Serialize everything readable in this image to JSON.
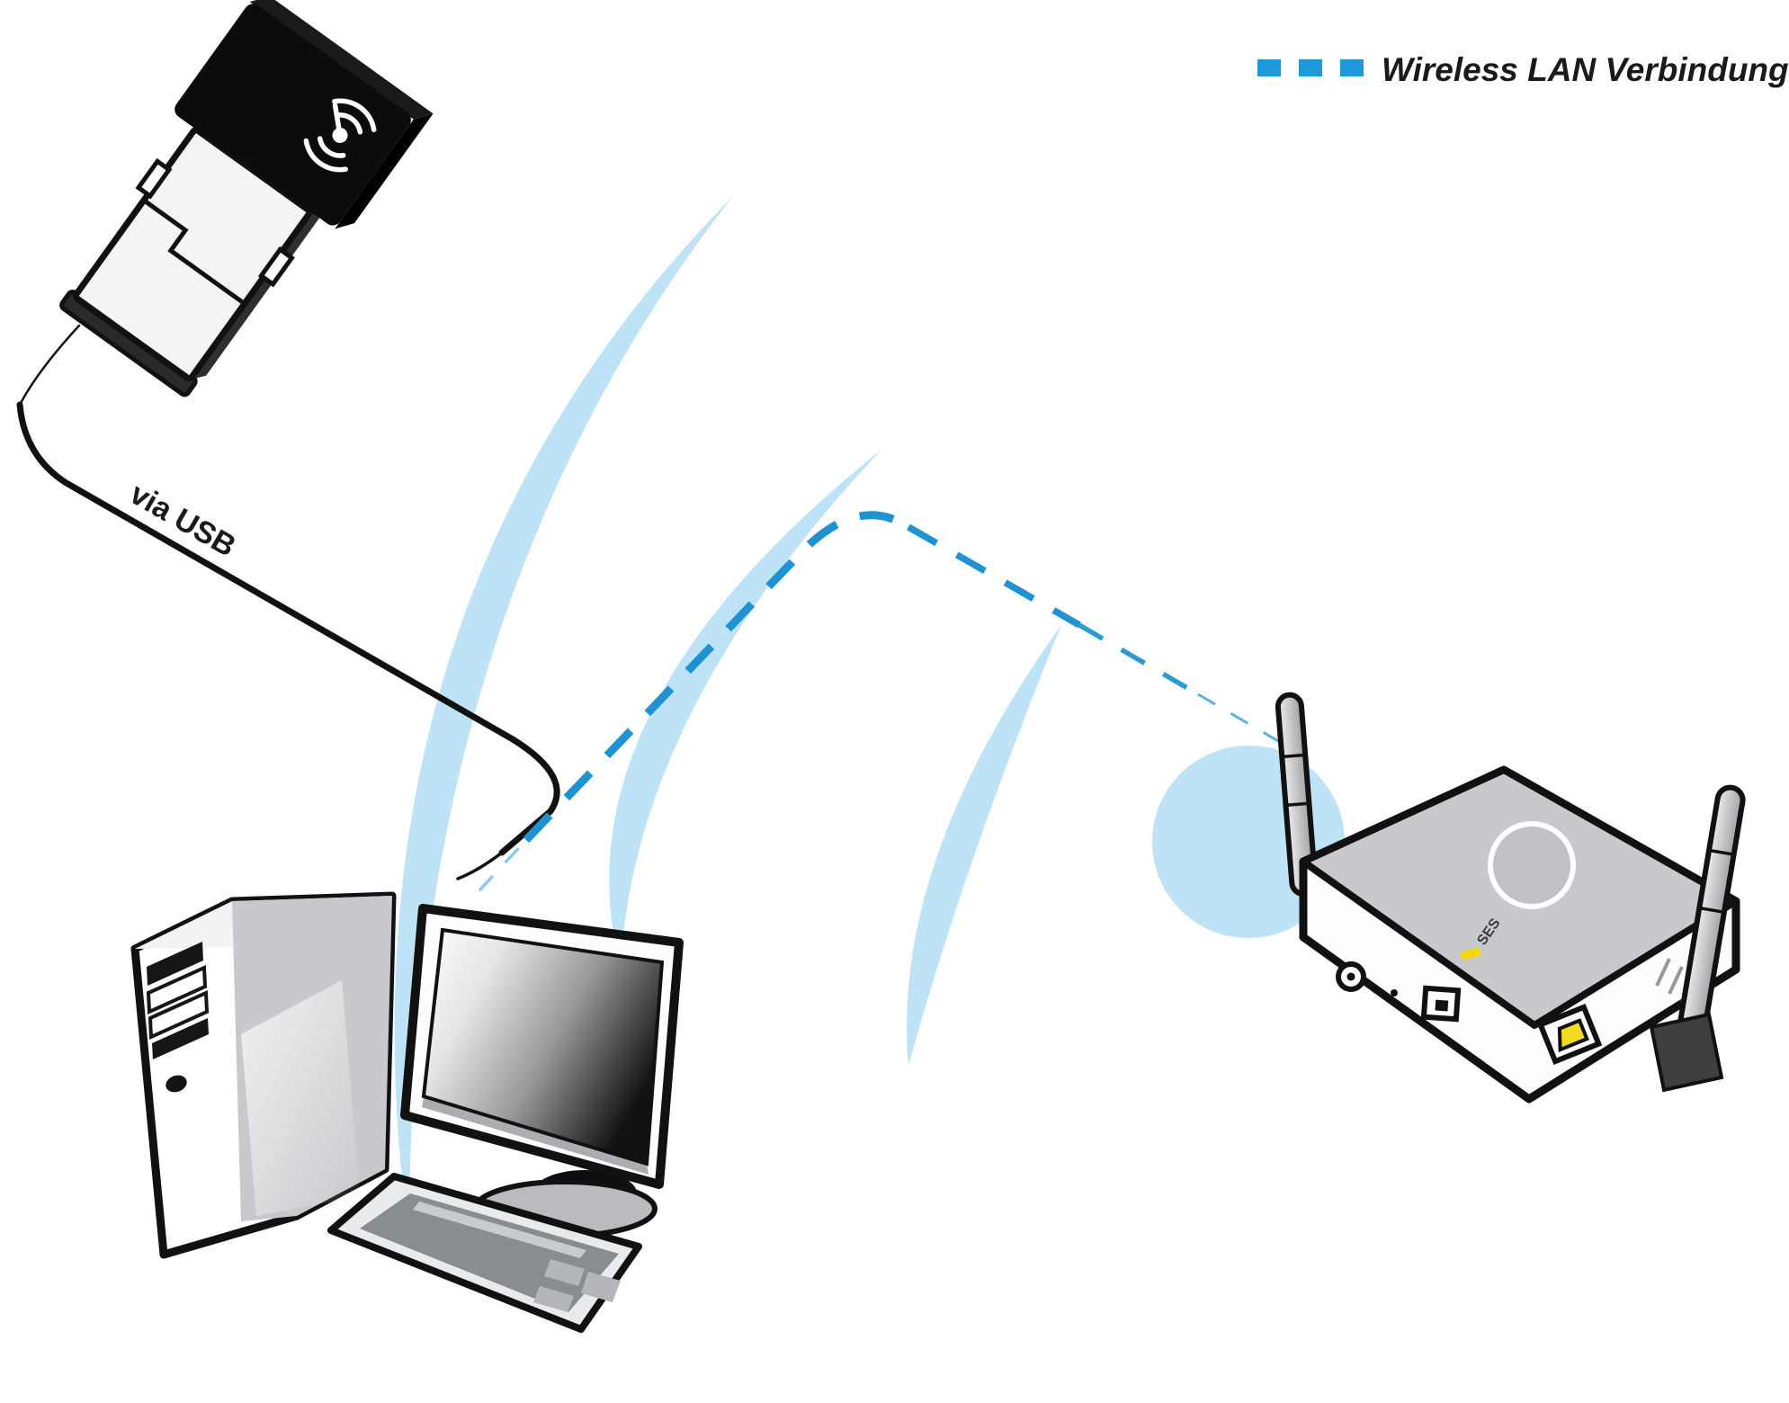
{
  "diagram": {
    "type": "wireless-network-setup-illustration",
    "legend": {
      "label": "Wireless LAN Verbindung",
      "dash_color": "#1F9AD9"
    },
    "labels": {
      "usb_connection": "via USB",
      "access_point_led": "SES"
    },
    "nodes": [
      {
        "id": "usb-wlan-adapter",
        "description": "black nano USB wireless adapter with radio-wave icon"
      },
      {
        "id": "desktop-computer",
        "description": "PC tower with drive bays, monitor and keyboard"
      },
      {
        "id": "wireless-access-point",
        "description": "white access point with two antennas, SES LED, power and LAN ports"
      }
    ],
    "connections": [
      {
        "from": "usb-wlan-adapter",
        "to": "desktop-computer",
        "kind": "cable",
        "label": "via USB"
      },
      {
        "from": "desktop-computer",
        "to": "wireless-access-point",
        "kind": "wireless",
        "label": "Wireless LAN Verbindung"
      }
    ],
    "colors": {
      "signal_wave": "#BEE2F6",
      "wireless_dash": "#1F93D1",
      "wireless_dash_faint": "#8FC8EB",
      "legend_dash": "#1F9AD9",
      "device_gray": "#C7C9CC",
      "outline_black": "#111111",
      "led_yellow": "#F5D800",
      "lan_port_yellow": "#F2DC22"
    }
  }
}
